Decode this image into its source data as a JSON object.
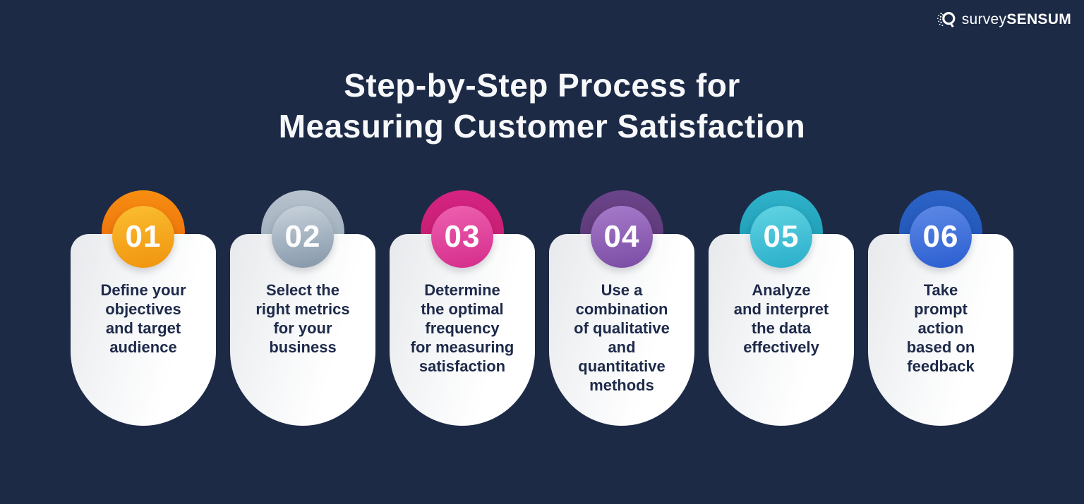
{
  "background": "#1C2A46",
  "logo": {
    "icon": "magnifier-dots-icon",
    "name_light": "survey",
    "name_bold": "SENSUM",
    "color": "#FFFFFF"
  },
  "title": {
    "line1": "Step-by-Step Process for",
    "line2": "Measuring Customer Satisfaction",
    "color": "#F7F8FA"
  },
  "card_text_color": "#1E2A4A",
  "steps": [
    {
      "number": "01",
      "text": "Define your\nobjectives\nand target\naudience",
      "colors": {
        "ring_top": "#F78E10",
        "ring_bottom": "#E8630D",
        "inner_top": "#FBBE30",
        "inner_bottom": "#F0930E"
      }
    },
    {
      "number": "02",
      "text": "Select the\nright metrics\nfor your\nbusiness",
      "colors": {
        "ring_top": "#B7C2CD",
        "ring_bottom": "#93A3B3",
        "inner_top": "#C9D3DC",
        "inner_bottom": "#8496A9"
      }
    },
    {
      "number": "03",
      "text": "Determine\nthe optimal\nfrequency\nfor measuring\nsatisfaction",
      "colors": {
        "ring_top": "#D62384",
        "ring_bottom": "#BC1D63",
        "inner_top": "#EE61B0",
        "inner_bottom": "#D42C8B"
      }
    },
    {
      "number": "04",
      "text": "Use a\ncombination\nof qualitative\nand\nquantitative\nmethods",
      "colors": {
        "ring_top": "#6B4489",
        "ring_bottom": "#54346E",
        "inner_top": "#A77BCB",
        "inner_bottom": "#7A4BA3"
      }
    },
    {
      "number": "05",
      "text": "Analyze\nand interpret\nthe data\neffectively",
      "colors": {
        "ring_top": "#2FB3CA",
        "ring_bottom": "#1790AC",
        "inner_top": "#62D4E2",
        "inner_bottom": "#28AECA"
      }
    },
    {
      "number": "06",
      "text": "Take\nprompt\naction\nbased on\nfeedback",
      "colors": {
        "ring_top": "#2C63C7",
        "ring_bottom": "#1C50AF",
        "inner_top": "#5E8AE6",
        "inner_bottom": "#2A5DD0"
      }
    }
  ]
}
